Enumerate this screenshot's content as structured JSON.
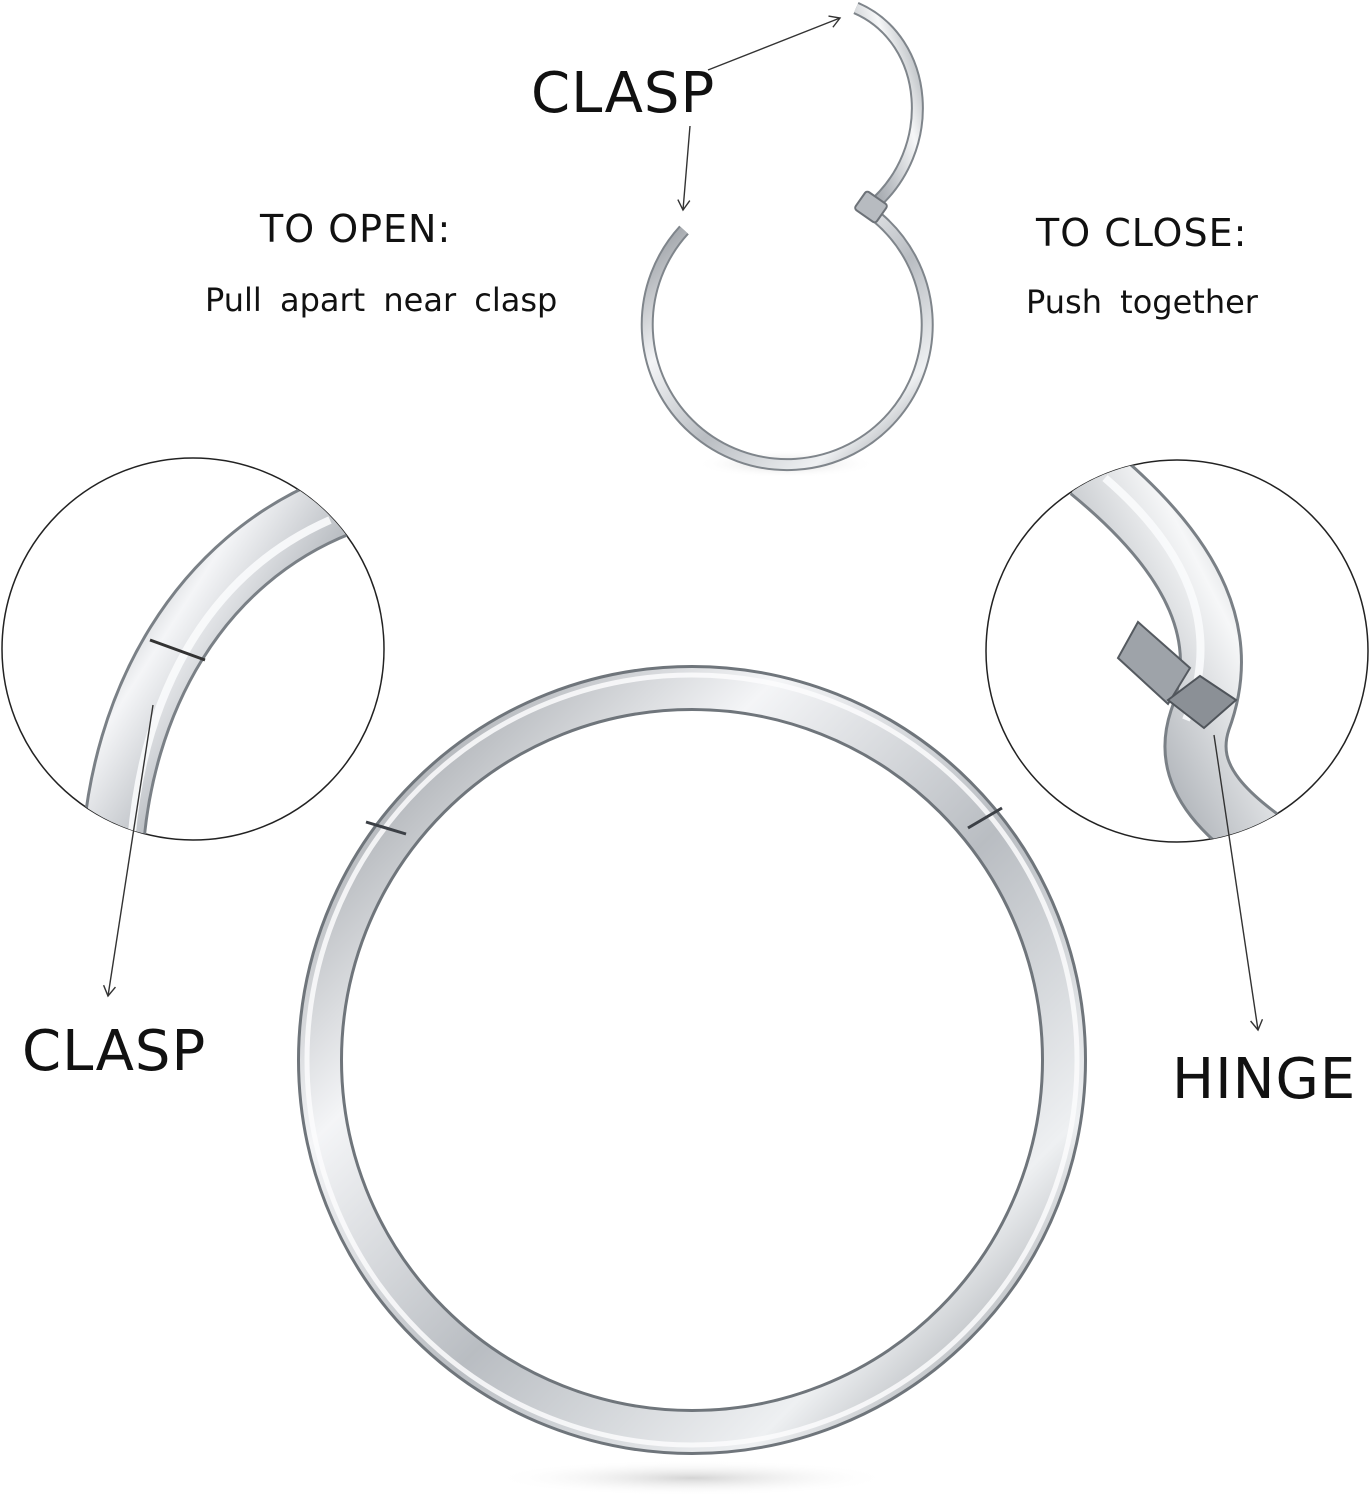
{
  "labels": {
    "top_clasp": "CLASP",
    "open_title": "TO OPEN:",
    "open_instruction": "Pull apart near clasp",
    "close_title": "TO CLOSE:",
    "close_instruction": "Push together",
    "bottom_clasp": "CLASP",
    "hinge": "HINGE"
  },
  "colors": {
    "metal_dark": "#7d8288",
    "metal_mid": "#c4c8cd",
    "metal_light": "#f4f5f7",
    "ink": "#111111",
    "background": "#ffffff"
  }
}
